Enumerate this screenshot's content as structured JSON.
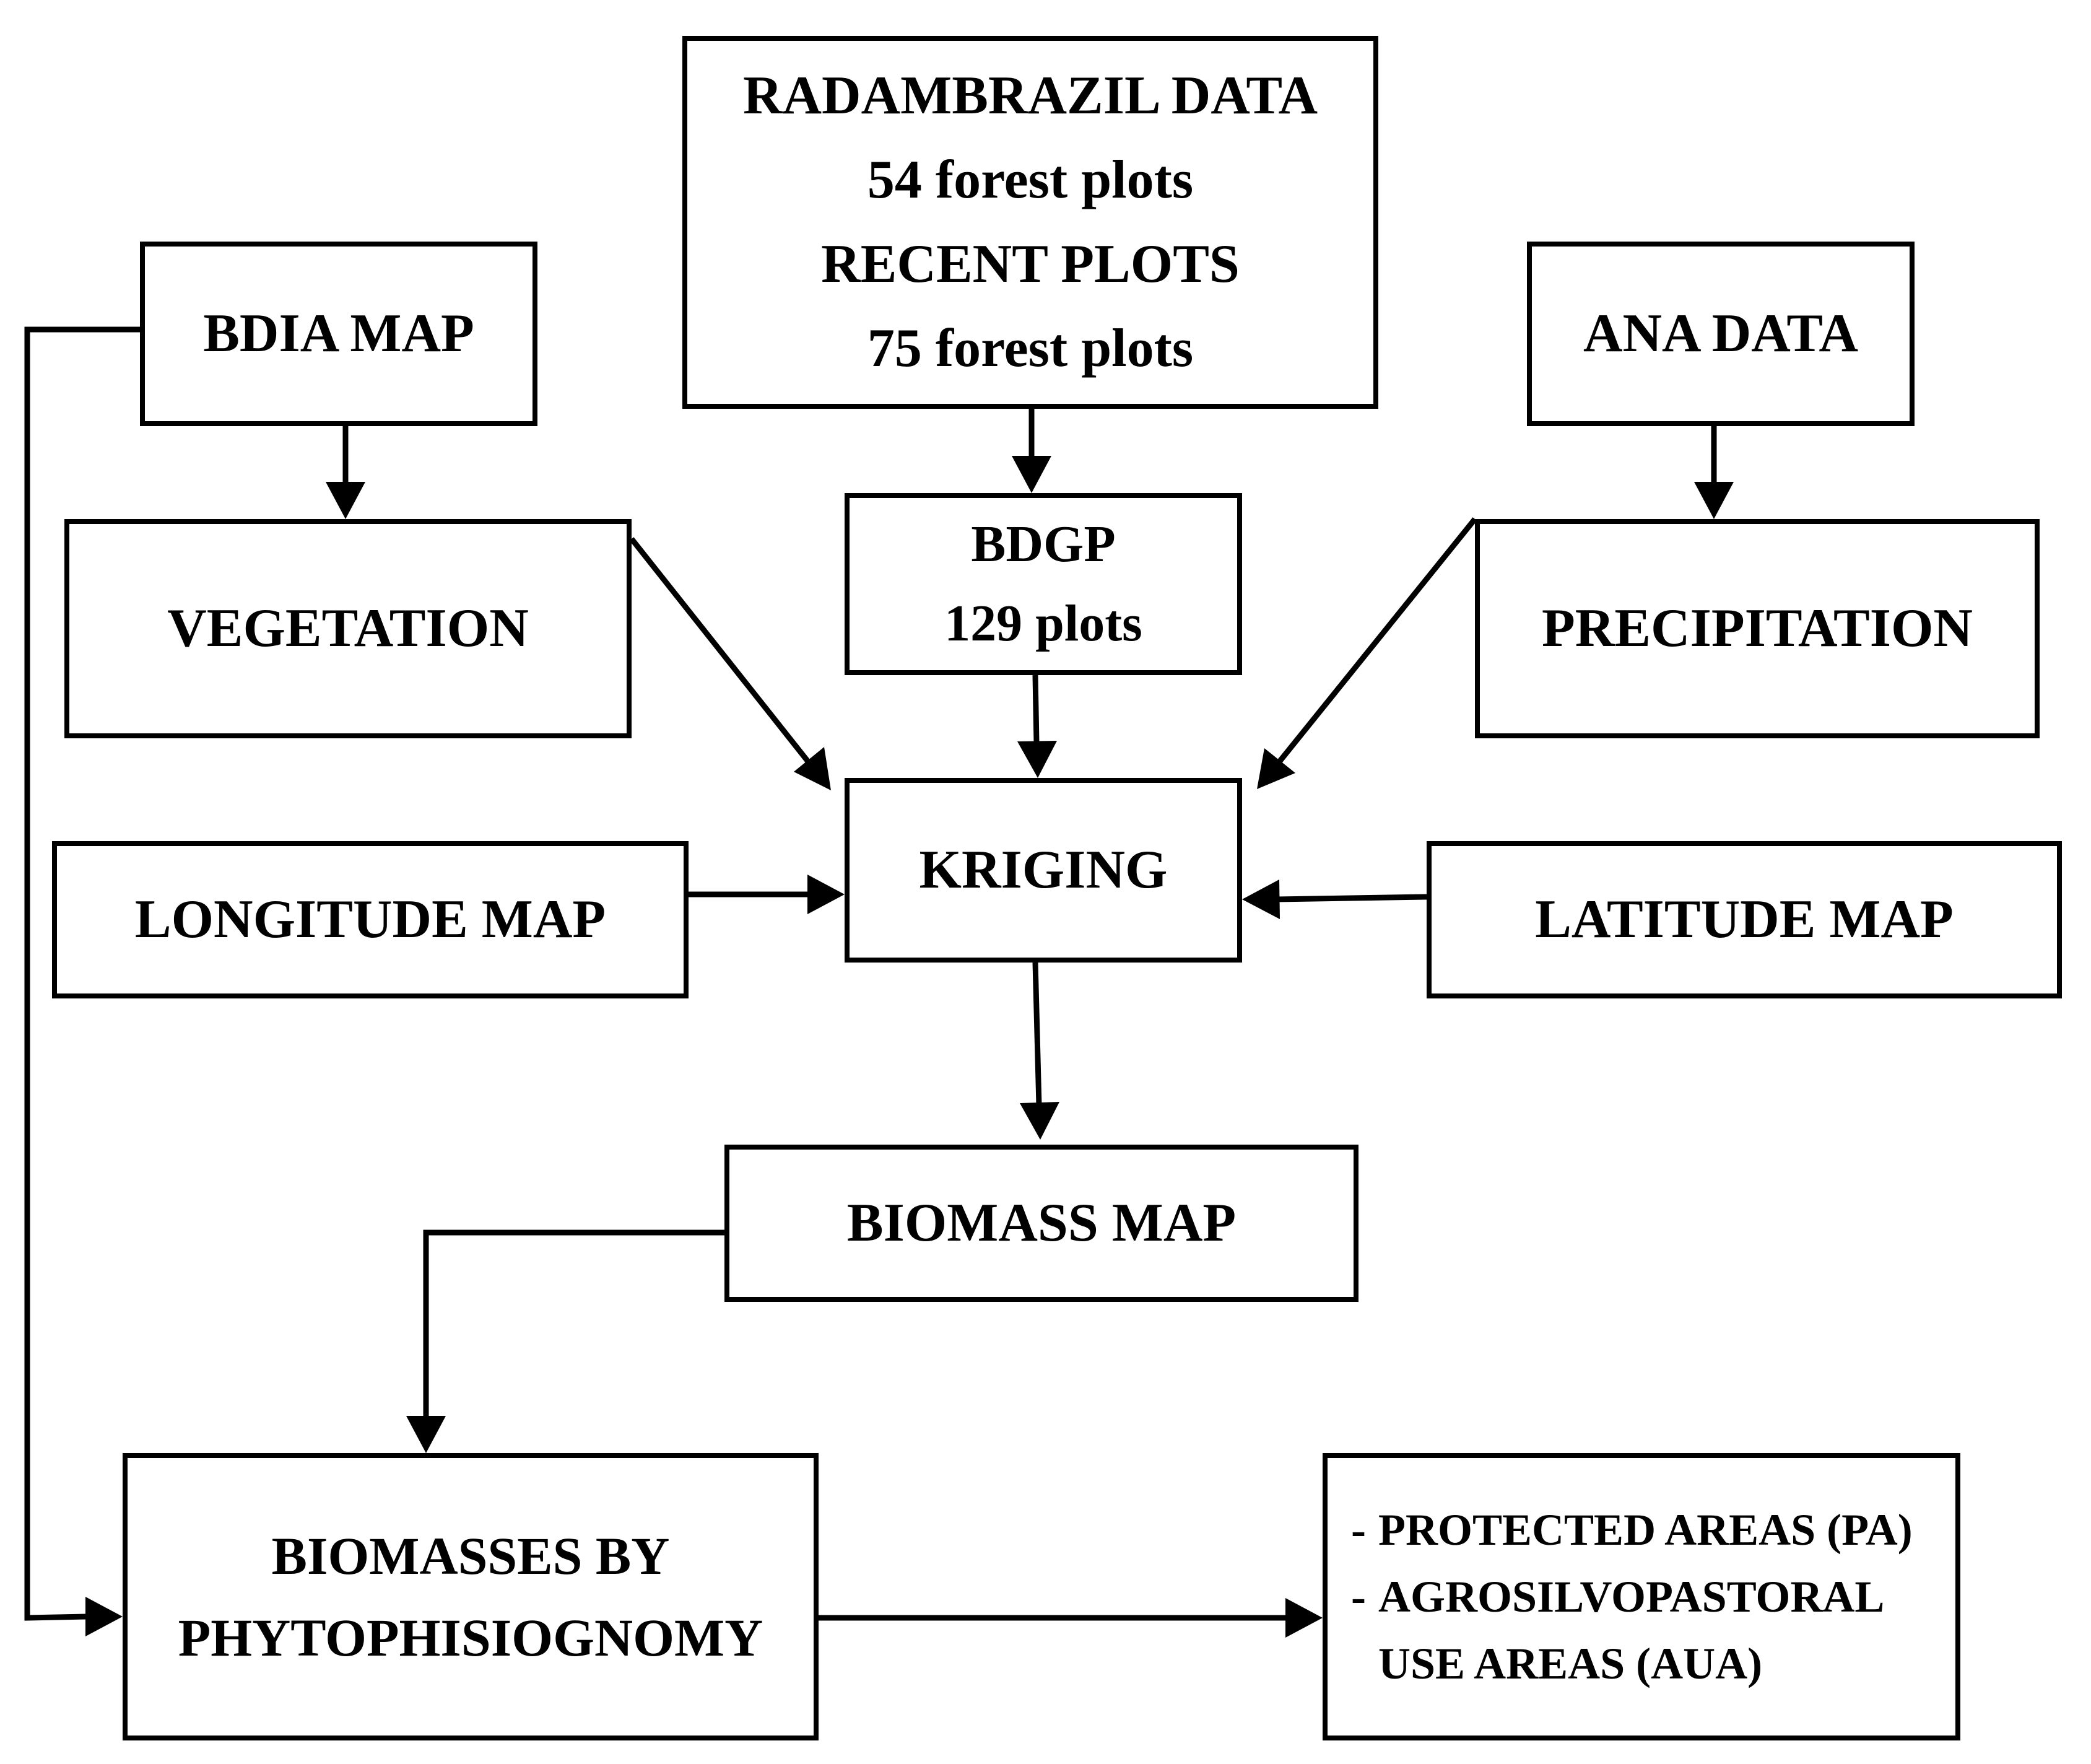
{
  "diagram": {
    "radambrazil": {
      "lines": [
        "RADAMBRAZIL DATA",
        "54 forest plots",
        "RECENT PLOTS",
        "75 forest plots"
      ]
    },
    "bdia_map": {
      "label": "BDIA MAP"
    },
    "ana_data": {
      "label": "ANA DATA"
    },
    "vegetation": {
      "label": "VEGETATION"
    },
    "bdgp": {
      "lines": [
        "BDGP",
        "129 plots"
      ]
    },
    "precipitation": {
      "label": "PRECIPITATION"
    },
    "longitude_map": {
      "label": "LONGITUDE MAP"
    },
    "kriging": {
      "label": "KRIGING"
    },
    "latitude_map": {
      "label": "LATITUDE MAP"
    },
    "biomass_map": {
      "label": "BIOMASS MAP"
    },
    "biomasses": {
      "lines": [
        "BIOMASSES BY",
        "PHYTOPHISIOGNOMY"
      ]
    },
    "areas": {
      "items": [
        {
          "dash": "-",
          "text": "PROTECTED AREAS (PA)"
        },
        {
          "dash": "-",
          "text": "AGROSILVOPASTORAL"
        },
        {
          "dash": "",
          "text": "USE AREAS (AUA)"
        }
      ]
    },
    "colors": {
      "stroke": "#000000",
      "fill": "#ffffff",
      "text": "#000000"
    }
  }
}
